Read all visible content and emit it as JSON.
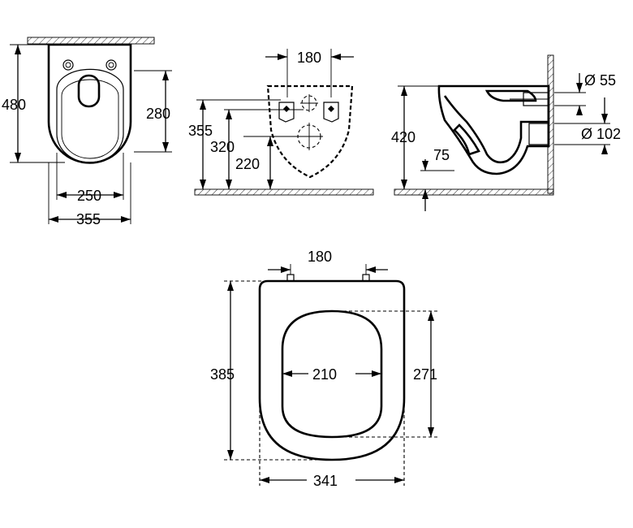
{
  "dimensions": {
    "top_view": {
      "height": "480",
      "seat_depth": "280",
      "inner_width": "250",
      "outer_width": "355"
    },
    "wall_view": {
      "fixing_spacing": "180",
      "height_355": "355",
      "height_320": "320",
      "height_220": "220"
    },
    "side_view": {
      "rim_height": "420",
      "outlet_height": "75",
      "inlet_diameter": "Ø 55",
      "outlet_diameter": "Ø 102"
    },
    "seat_view": {
      "hinge_spacing": "180",
      "length": "385",
      "opening_width": "210",
      "opening_length": "271",
      "width": "341"
    }
  }
}
